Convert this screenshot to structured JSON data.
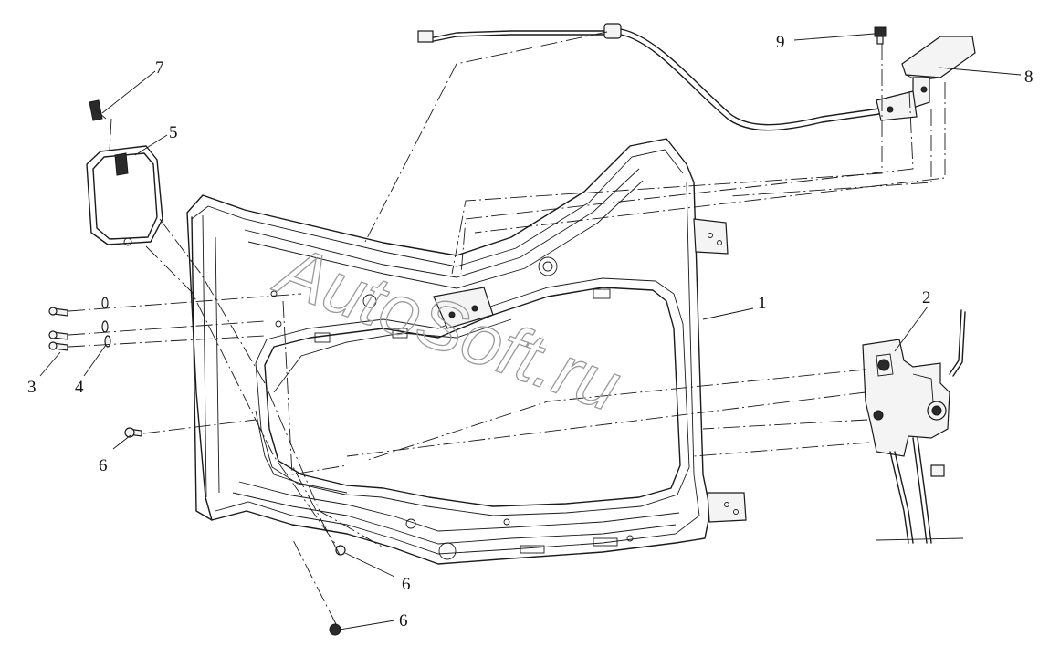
{
  "watermark": "AutoSoft.ru",
  "callouts": [
    {
      "id": "1",
      "label": "1"
    },
    {
      "id": "2",
      "label": "2"
    },
    {
      "id": "3",
      "label": "3"
    },
    {
      "id": "4",
      "label": "4"
    },
    {
      "id": "5",
      "label": "5"
    },
    {
      "id": "6a",
      "label": "6"
    },
    {
      "id": "6b",
      "label": "6"
    },
    {
      "id": "6c",
      "label": "6"
    },
    {
      "id": "7",
      "label": "7"
    },
    {
      "id": "8",
      "label": "8"
    },
    {
      "id": "9",
      "label": "9"
    }
  ]
}
